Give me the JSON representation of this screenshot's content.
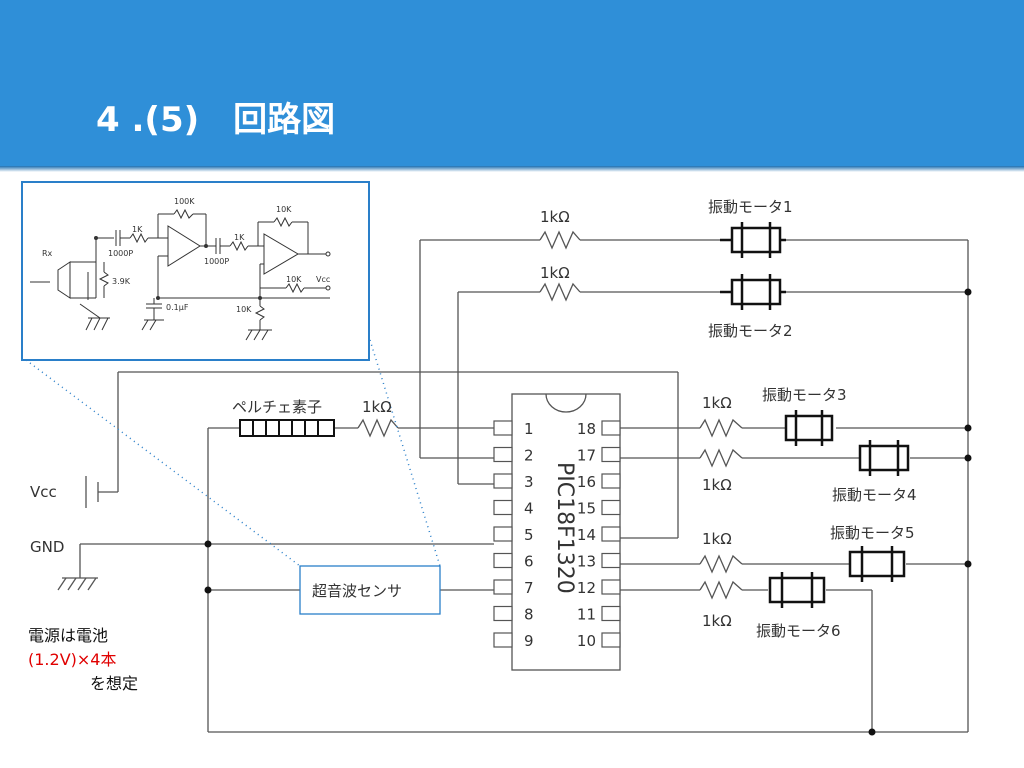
{
  "slide": {
    "title": "4 .(5)　回路図"
  },
  "colors": {
    "header": "#2f8fd8",
    "accent_red": "#e00000",
    "inset_border": "#2a7fc9"
  },
  "ic": {
    "name": "PIC18F1320",
    "left_pins": [
      "1",
      "2",
      "3",
      "4",
      "5",
      "6",
      "7",
      "8",
      "9"
    ],
    "right_pins": [
      "18",
      "17",
      "16",
      "15",
      "14",
      "13",
      "12",
      "11",
      "10"
    ]
  },
  "labels": {
    "r1": "1kΩ",
    "r2": "1kΩ",
    "r3": "1kΩ",
    "r4": "1kΩ",
    "r5": "1kΩ",
    "r6": "1kΩ",
    "r7": "1kΩ",
    "m1": "振動モータ1",
    "m2": "振動モータ2",
    "m3": "振動モータ3",
    "m4": "振動モータ4",
    "m5": "振動モータ5",
    "m6": "振動モータ6",
    "peltier": "ペルチェ素子",
    "vcc": "Vcc",
    "gnd": "GND",
    "sensor": "超音波センサ"
  },
  "inset": {
    "rx": "Rx",
    "r100k": "100K",
    "r1k_a": "1K",
    "c1000p_a": "1000P",
    "r1k_b": "1K",
    "c1000p_b": "1000P",
    "r10k_a": "10K",
    "r3_9k": "3.9K",
    "r10k_b": "10K",
    "vcc": "Vcc",
    "c01": "0.1μF",
    "r10k_c": "10K"
  },
  "note": {
    "line1": "電源は電池",
    "line2": "(1.2V)×4本",
    "line3": "を想定"
  }
}
